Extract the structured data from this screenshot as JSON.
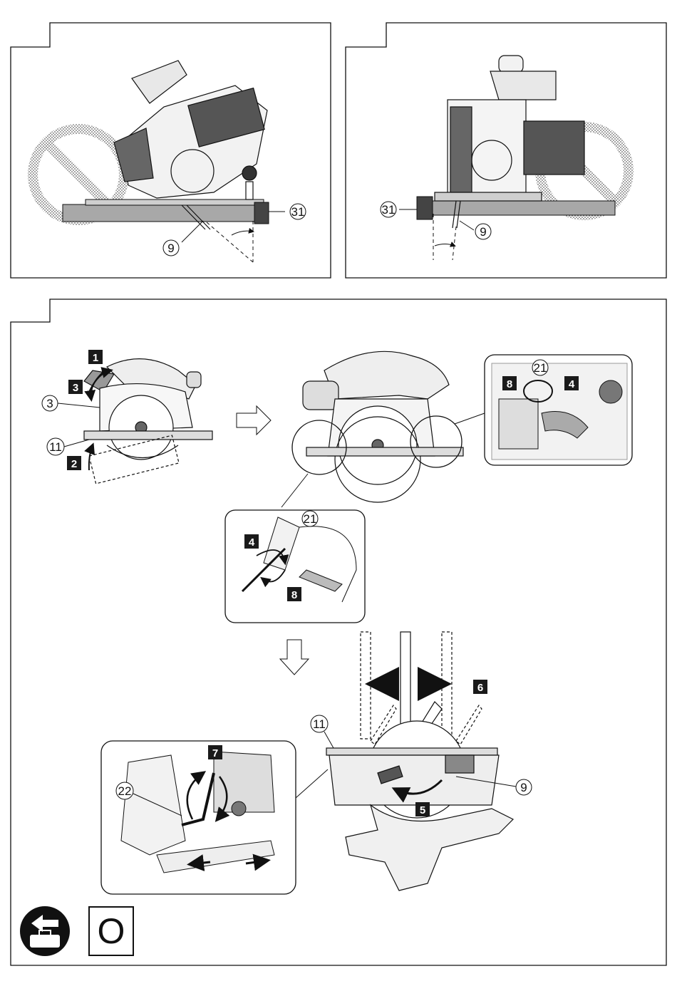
{
  "figure_a": {
    "labels": {
      "blade": "9",
      "guide": "31"
    }
  },
  "figure_b": {
    "labels": {
      "blade": "9",
      "guide": "31"
    }
  },
  "figure_c": {
    "steps": {
      "s1": "1",
      "s2": "2",
      "s3": "3",
      "s4": "4",
      "s5": "5",
      "s6": "6",
      "s7": "7",
      "s8": "8"
    },
    "callouts": {
      "base": "3",
      "plate": "11",
      "screw": "21",
      "wrench": "22",
      "blade": "9"
    }
  },
  "footer": {
    "mark": "O",
    "icon": "toolbox-return-icon"
  },
  "colors": {
    "ink": "#111111",
    "step_bg": "#1a1a1a",
    "prohibit_dots": "#8a8a8a"
  }
}
